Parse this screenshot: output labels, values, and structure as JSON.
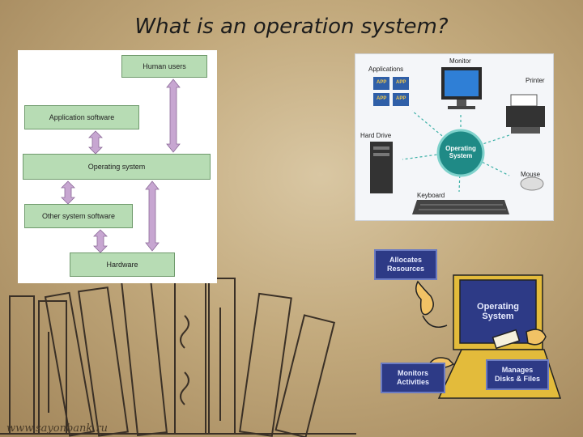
{
  "title": "What is an operation system?",
  "layers_diagram": {
    "boxes": {
      "human_users": "Human users",
      "application_software": "Application software",
      "operating_system": "Operating system",
      "other_system_software": "Other system software",
      "hardware": "Hardware"
    },
    "fill_color": "#b7dcb4",
    "arrow_color": "#c7a6d1"
  },
  "hardware_diagram": {
    "center_label": "Operating\nSystem",
    "labels": {
      "applications": "Applications",
      "monitor": "Monitor",
      "printer": "Printer",
      "hard_drive": "Hard Drive",
      "mouse": "Mouse",
      "keyboard": "Keyboard"
    },
    "app_tile": "APP",
    "center_color": "#1f8a86"
  },
  "cartoon": {
    "allocates": "Allocates\nResources",
    "screen": "Operating\nSystem",
    "monitors": "Monitors\nActivities",
    "manages": "Manages\nDisks & Files",
    "box_color": "#2d3a86"
  },
  "watermark": "www.sayonbank.ru"
}
